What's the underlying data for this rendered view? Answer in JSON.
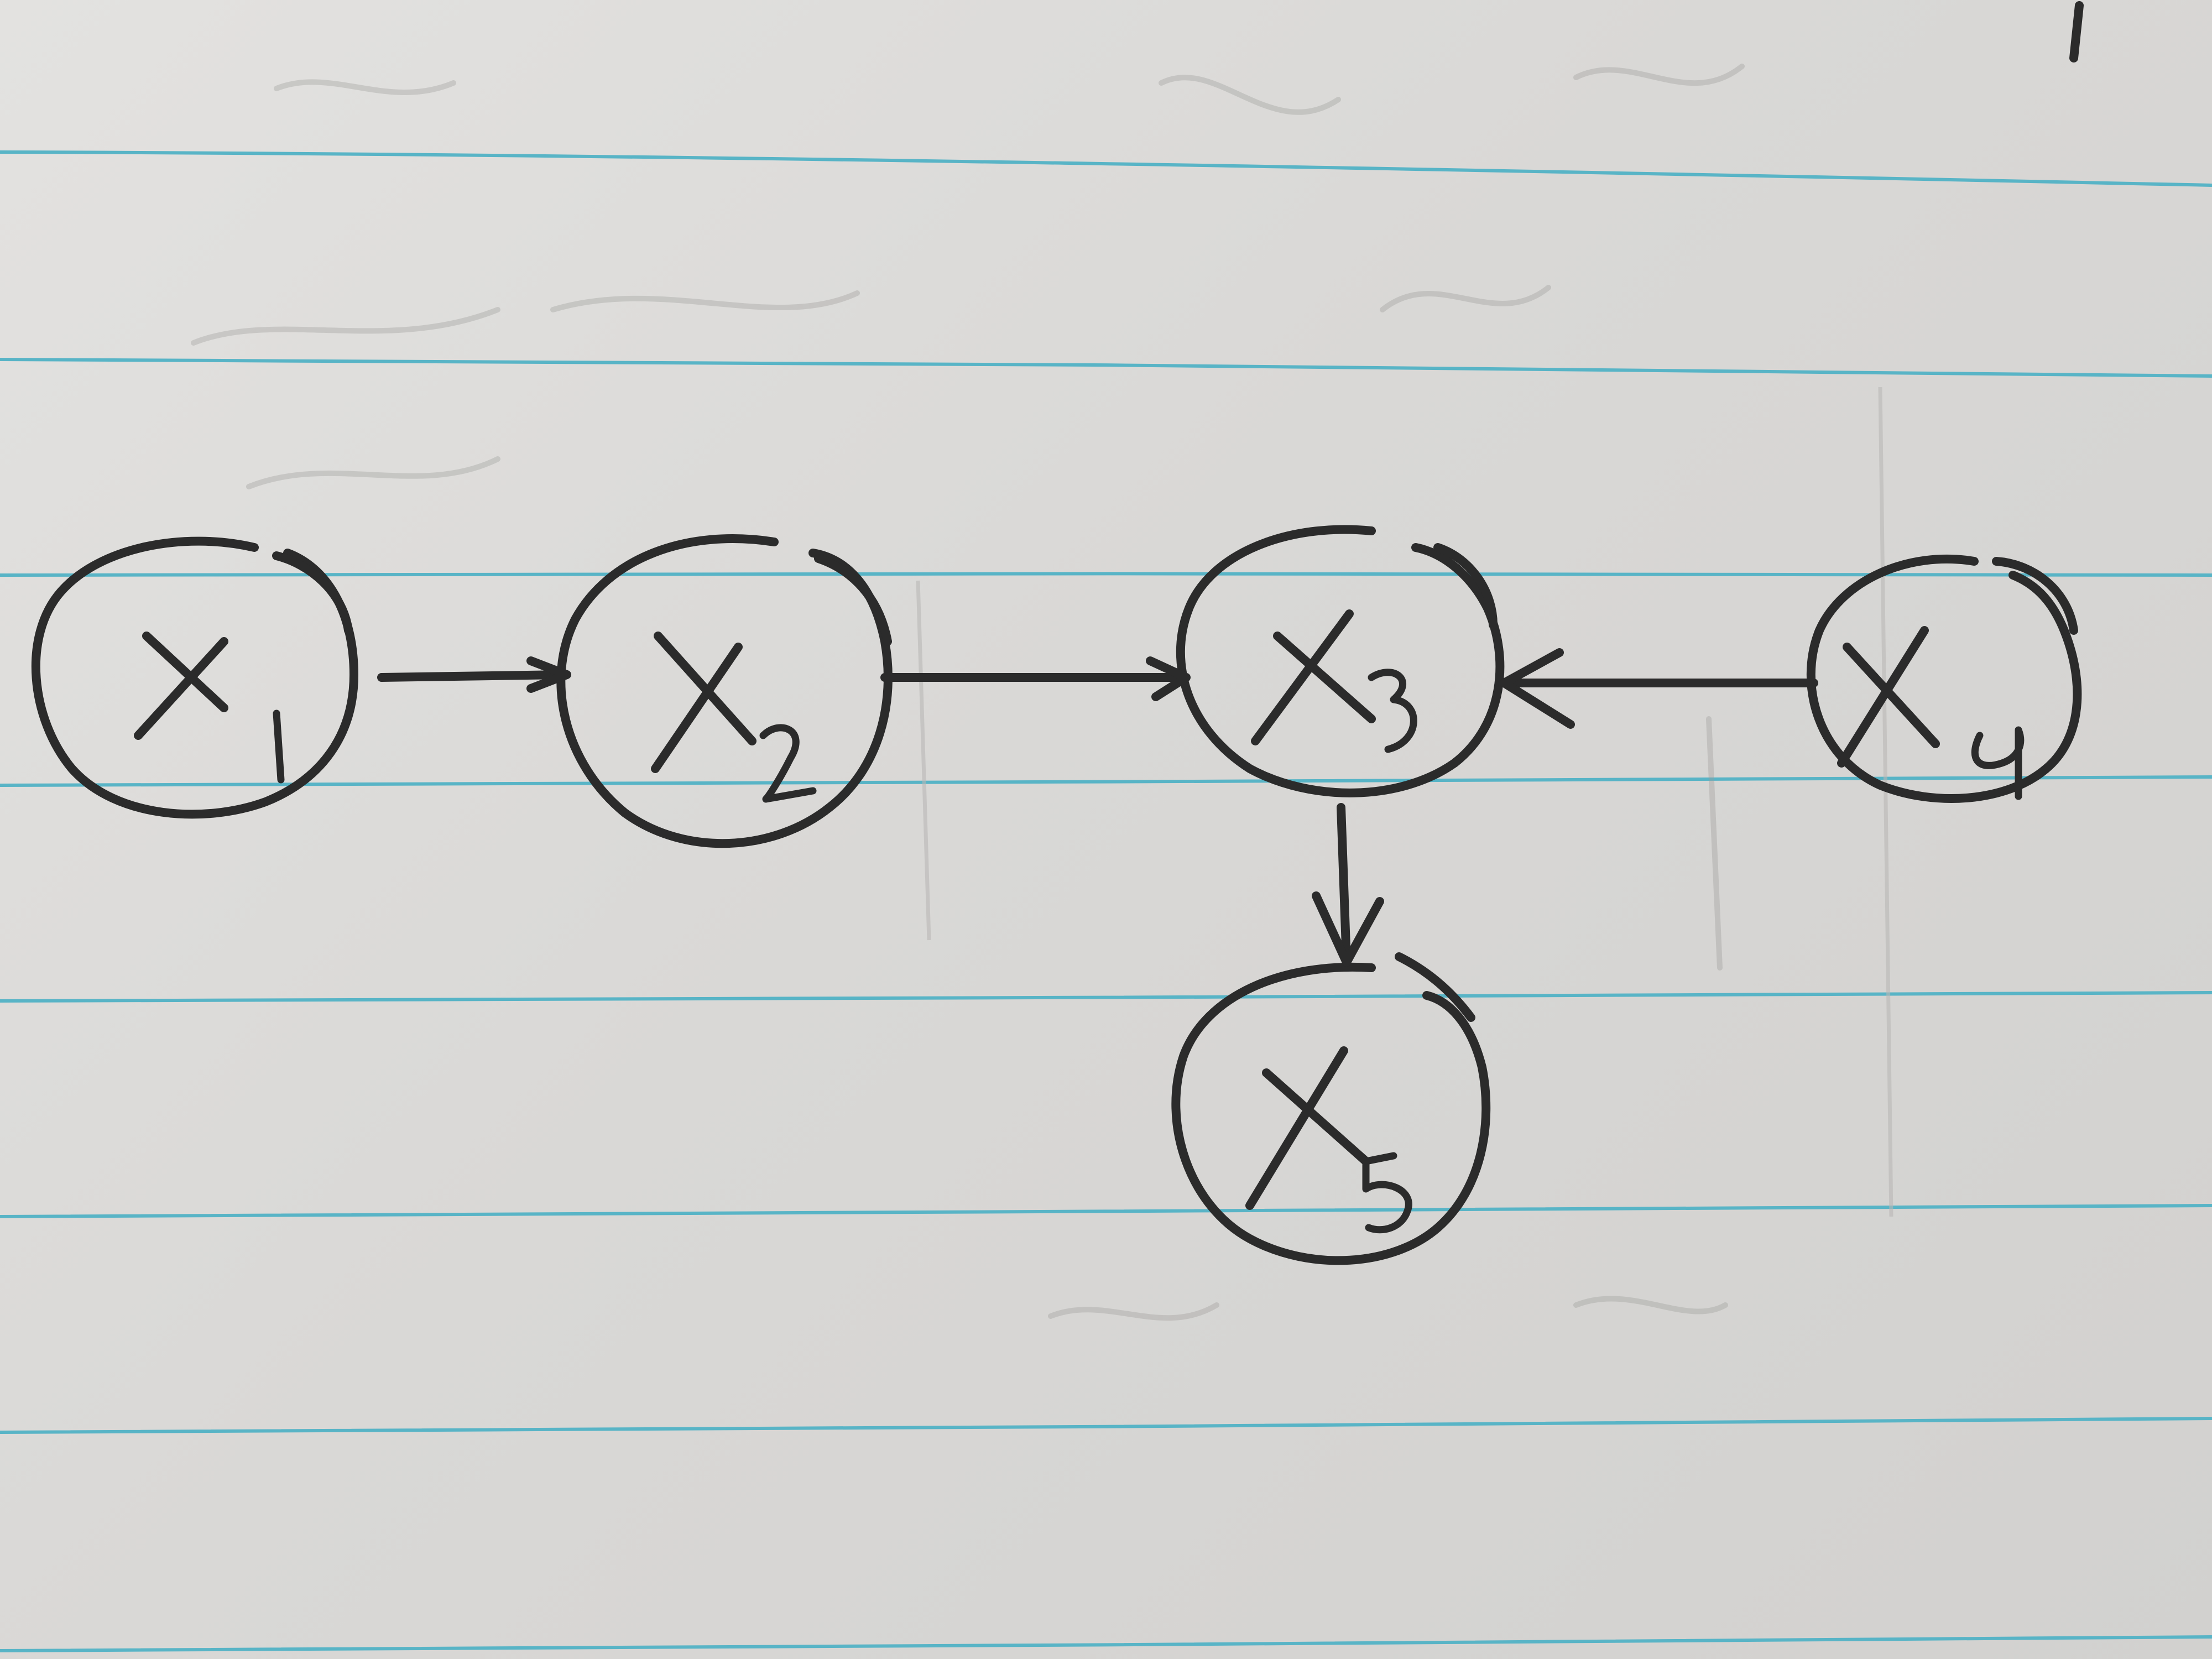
{
  "nodes": [
    {
      "id": "x1",
      "letter": "X",
      "subscript": "1"
    },
    {
      "id": "x2",
      "letter": "X",
      "subscript": "2"
    },
    {
      "id": "x3",
      "letter": "X",
      "subscript": "3"
    },
    {
      "id": "x4",
      "letter": "X",
      "subscript": "4"
    },
    {
      "id": "x5",
      "letter": "X",
      "subscript": "5"
    }
  ],
  "edges": [
    {
      "from": "x1",
      "to": "x2"
    },
    {
      "from": "x2",
      "to": "x3"
    },
    {
      "from": "x4",
      "to": "x3"
    },
    {
      "from": "x3",
      "to": "x5"
    }
  ],
  "colors": {
    "paper": "#dcdbd9",
    "ink": "#2b2b2b",
    "rule_lines": "#58b4c6"
  }
}
